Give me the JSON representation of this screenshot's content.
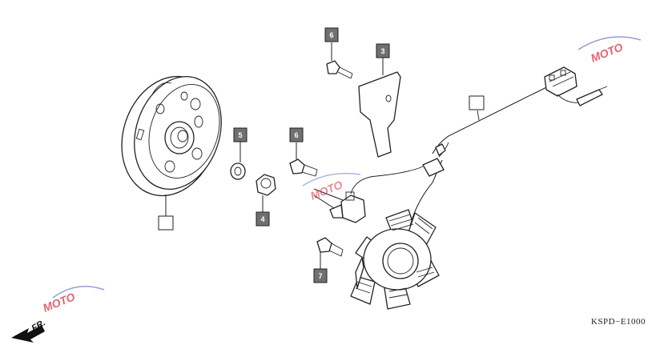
{
  "diagram": {
    "code": "KSPD−E1000",
    "front_label": "FR.",
    "watermark": "MOTO",
    "callouts": [
      {
        "id": "callout-3",
        "label": "3"
      },
      {
        "id": "callout-4",
        "label": "4"
      },
      {
        "id": "callout-5",
        "label": "5"
      },
      {
        "id": "callout-6-top",
        "label": "6"
      },
      {
        "id": "callout-6-mid",
        "label": "6"
      },
      {
        "id": "callout-7",
        "label": "7"
      },
      {
        "id": "callout-1",
        "label": ""
      },
      {
        "id": "callout-2",
        "label": ""
      }
    ],
    "colors": {
      "callout_fill": "#707070",
      "watermark_red": "#d8414f",
      "watermark_blue": "#7a86c9",
      "line": "#222222"
    }
  }
}
